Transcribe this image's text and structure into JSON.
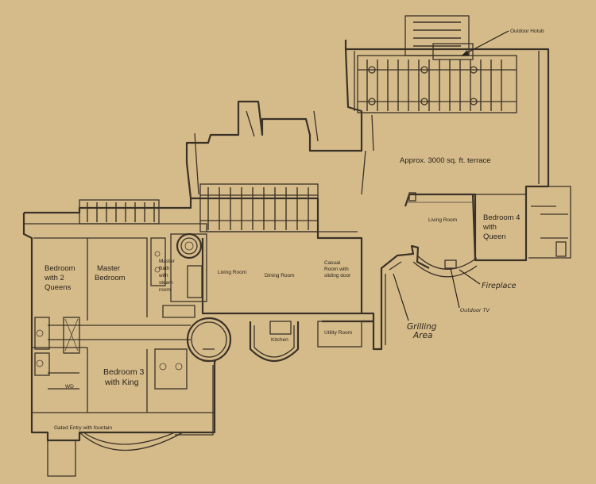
{
  "labels": {
    "outdoor_hotub": "Outdoor Hotub",
    "terrace": "Approx. 3000 sq. ft. terrace",
    "living_room_east": "Living Room",
    "bedroom4_l1": "Bedroom 4",
    "bedroom4_l2": "with",
    "bedroom4_l3": "Queen",
    "fireplace": "Fireplace",
    "outdoor_tv": "Outdoor TV",
    "grilling_l1": "Grilling",
    "grilling_l2": "Area",
    "bedroom2q_l1": "Bedroom",
    "bedroom2q_l2": "with 2",
    "bedroom2q_l3": "Queens",
    "master_l1": "Master",
    "master_l2": "Bedroom",
    "mbath_l1": "Master",
    "mbath_l2": "Bath",
    "mbath_l3": "with",
    "mbath_l4": "steam",
    "mbath_l5": "room",
    "living_room": "Living Room",
    "dining_room": "Dining Room",
    "casual_l1": "Casual",
    "casual_l2": "Room with",
    "casual_l3": "sliding door",
    "kitchen": "Kitchen",
    "utility_room": "Utility Room",
    "bedroom3_l1": "Bedroom 3",
    "bedroom3_l2": "with King",
    "wd": "WD",
    "gated_entry": "Gated Entry with fountain"
  }
}
